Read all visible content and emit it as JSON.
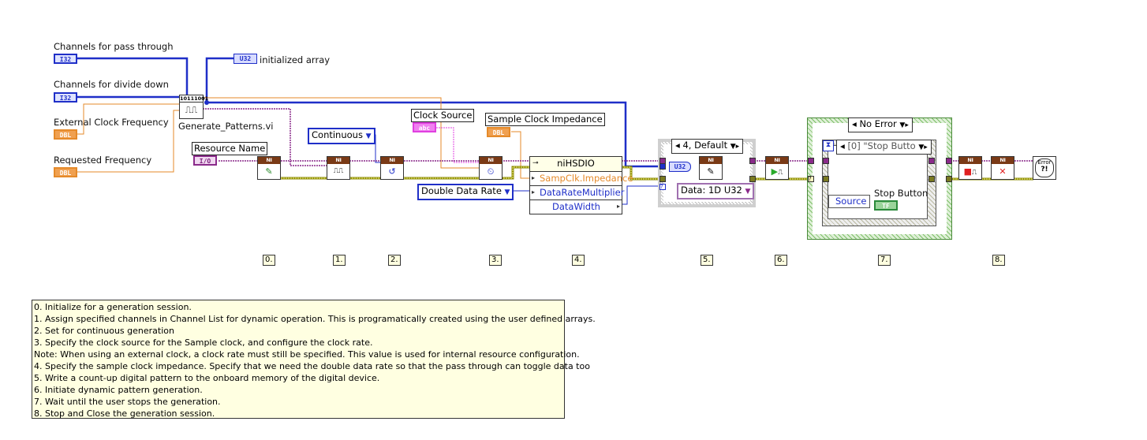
{
  "controls": {
    "channels_pass_through": {
      "label": "Channels for pass through",
      "type": "I32"
    },
    "channels_divide_down": {
      "label": "Channels for divide down",
      "type": "I32"
    },
    "external_clock_frequency": {
      "label": "External Clock Frequency",
      "type": "DBL"
    },
    "requested_frequency": {
      "label": "Requested Frequency",
      "type": "DBL"
    },
    "resource_name": {
      "label": "Resource Name",
      "type": "I/O"
    },
    "clock_source": {
      "label": "Clock Source",
      "type": "abc"
    },
    "sample_clock_impedance": {
      "label": "Sample Clock Impedance",
      "type": "DBL"
    },
    "stop_button": {
      "label": "Stop Button",
      "type": "TF"
    }
  },
  "indicators": {
    "initialized_array": {
      "label": "initialized array",
      "type": "U32"
    }
  },
  "subvi": {
    "generate_patterns": {
      "label": "Generate_Patterns.vi",
      "header": "10111001",
      "glyph": "⎍⎍"
    }
  },
  "constants": {
    "continuous": "Continuous",
    "double_data_rate": "Double Data Rate",
    "data_1d_u32": "Data: 1D U32",
    "u32_conv": "U32"
  },
  "nodes": {
    "header": "NI HSDIO",
    "property_node": {
      "title": "niHSDIO",
      "rows": [
        "SampClk.Impedance",
        "DataRateMultiplier",
        "DataWidth"
      ]
    }
  },
  "structures": {
    "case_default": "4, Default",
    "case_no_error": "No Error",
    "event_case": "[0] \"Stop Butto",
    "event_source": "Source"
  },
  "step_labels": [
    "0.",
    "1.",
    "2.",
    "3.",
    "4.",
    "5.",
    "6.",
    "7.",
    "8."
  ],
  "error_handler": {
    "line1": "Error",
    "line2": "?!"
  },
  "comment_lines": [
    "0. Initialize for a generation session.",
    "1. Assign specified channels in Channel List for dynamic operation. This is programatically created using the user defined arrays.",
    "2. Set for continuous generation",
    "3. Specify the clock source for the Sample clock, and configure the clock rate.",
    "Note: When using an external clock, a clock rate must still be specified.  This value is used for internal resource configuration.",
    "4. Specify the sample clock impedance. Specify that we need the double data rate so that the pass through can toggle data too",
    "5. Write a count-up digital pattern to the onboard memory of the digital device.",
    "6. Initiate dynamic pattern generation.",
    "7. Wait until the user stops the generation.",
    "8. Stop and Close the generation session."
  ],
  "colors": {
    "int_wire": "#1f2fc8",
    "dbl_wire": "#e58a2a",
    "refnum_wire": "#8a2a8a",
    "string_wire": "#e040e0",
    "error_wire": "#b5b000",
    "comment_bg": "#ffffe1"
  }
}
